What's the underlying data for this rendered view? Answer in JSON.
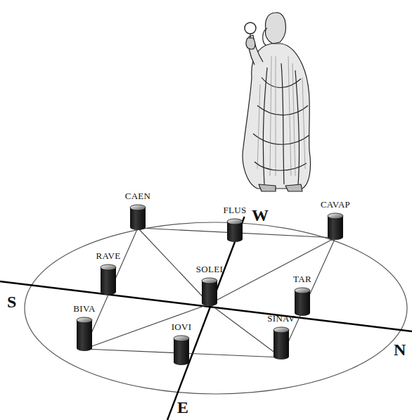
{
  "diagram": {
    "nodes": [
      {
        "text": [
          "CAEN"
        ]
      },
      {
        "text": [
          "FLUS"
        ]
      },
      {
        "text": [
          "CAVAP"
        ]
      },
      {
        "text": [
          "RAVE"
        ]
      },
      {
        "text": [
          "SOLEI"
        ]
      },
      {
        "text": [
          "TAR"
        ]
      },
      {
        "text": [
          "BIVA"
        ]
      },
      {
        "text": [
          "IOVI"
        ]
      },
      {
        "text": [
          "SINAV"
        ]
      }
    ],
    "edges": [
      {
        "from": 0,
        "to": 2,
        "arrow": "none"
      },
      {
        "from": 2,
        "to": 8,
        "arrow": "none"
      },
      {
        "from": 8,
        "to": 6,
        "arrow": "none"
      },
      {
        "from": 6,
        "to": 0,
        "arrow": "none"
      },
      {
        "from": 4,
        "to": 0,
        "arrow": "none"
      },
      {
        "from": 4,
        "to": 2,
        "arrow": "none"
      },
      {
        "from": 4,
        "to": 8,
        "arrow": "none"
      },
      {
        "from": 4,
        "to": 6,
        "arrow": "none"
      }
    ],
    "labels": [
      "S",
      "N",
      "W",
      "E"
    ]
  }
}
